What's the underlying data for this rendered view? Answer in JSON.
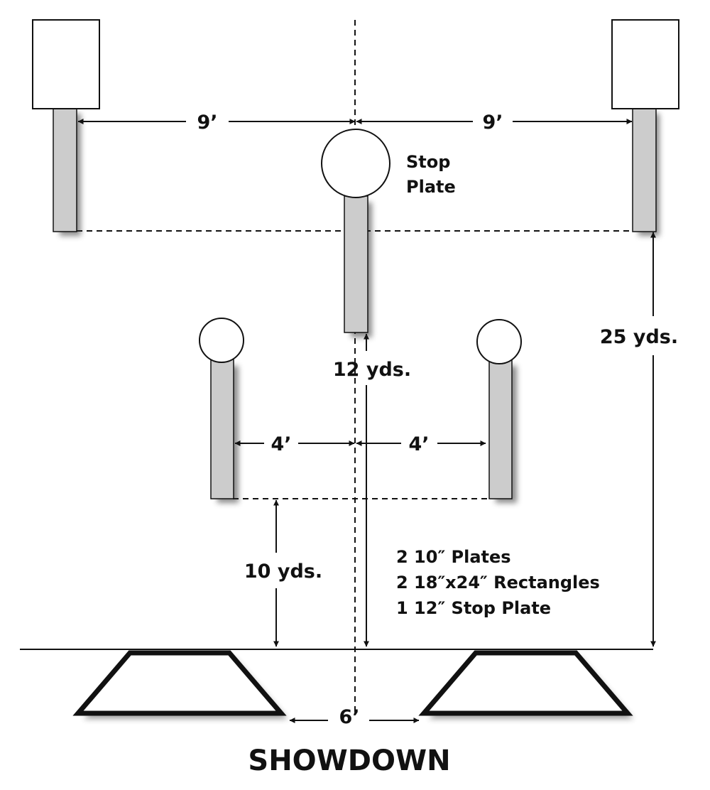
{
  "labels": {
    "stop_plate": [
      "Stop",
      "Plate"
    ],
    "dim_left_9ft": "9’",
    "dim_right_9ft": "9’",
    "dim_left_4ft": "4’",
    "dim_right_4ft": "4’",
    "dim_12yds": "12 yds.",
    "dim_25yds": "25 yds.",
    "dim_10yds": "10 yds.",
    "dim_6ft": "6’",
    "targets_list": [
      "2 10″ Plates",
      "2 18″x24″ Rectangles",
      "1 12″ Stop Plate"
    ],
    "title": "SHOWDOWN"
  },
  "colors": {
    "post": "#cccccc",
    "outline": "#111111",
    "background": "#ffffff"
  }
}
